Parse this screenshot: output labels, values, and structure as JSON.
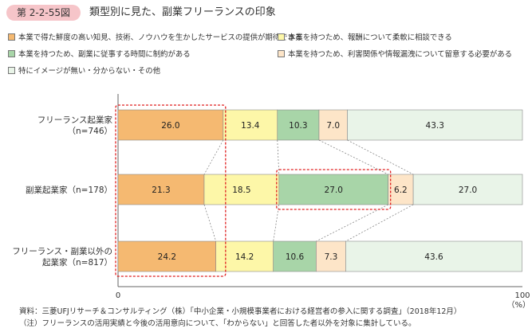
{
  "figure": {
    "number": "第 2-2-55図",
    "title": "類型別に見た、副業フリーランスの印象"
  },
  "notes": {
    "source": "資料：三菱UFJリサーチ＆コンサルティング（株）「中小企業・小規模事業者における経営者の参入に関する調査」（2018年12月）",
    "note": "（注）フリーランスの活用実績と今後の活用意向について、「わからない」と回答した者以外を対象に集計している。"
  },
  "chart_data": {
    "type": "bar",
    "orientation": "horizontal",
    "stacked": true,
    "normalized_100": true,
    "categories": [
      "フリーランス起業家\n（n=746）",
      "副業起業家（n=178）",
      "フリーランス・副業以外の\n起業家（n=817）"
    ],
    "series": [
      {
        "name": "本業で得た鮮度の高い知見、技術、ノウハウを生かしたサービスの提供が期待できる",
        "color": "#f5b971",
        "values": [
          26.0,
          21.3,
          24.2
        ]
      },
      {
        "name": "本業を持つため、報酬について柔軟に相談できる",
        "color": "#fdf7a8",
        "values": [
          13.4,
          18.5,
          14.2
        ]
      },
      {
        "name": "本業を持つため、副業に従事する時間に制約がある",
        "color": "#a8d5a8",
        "values": [
          10.3,
          27.0,
          10.6
        ]
      },
      {
        "name": "本業を持つため、利害関係や情報漏洩について留意する必要がある",
        "color": "#fde5c8",
        "values": [
          7.0,
          6.2,
          7.3
        ]
      },
      {
        "name": "特にイメージが無い・分からない・その他",
        "color": "#e9f4e8",
        "values": [
          43.3,
          27.0,
          43.6
        ]
      }
    ],
    "value_labels": [
      [
        "26.0",
        "21.3",
        "24.2"
      ],
      [
        "13.4",
        "18.5",
        "14.2"
      ],
      [
        "10.3",
        "27.0",
        "10.6"
      ],
      [
        "7.0",
        "6.2",
        "7.3"
      ],
      [
        "43.3",
        "27.0",
        "43.6"
      ]
    ],
    "xlim": [
      0,
      100
    ],
    "x_ticks": [
      "0",
      "100"
    ],
    "x_unit": "（%）",
    "highlights": [
      {
        "series": 0,
        "rows": [
          0,
          1,
          2
        ]
      },
      {
        "series": 2,
        "rows": [
          1
        ]
      }
    ]
  }
}
